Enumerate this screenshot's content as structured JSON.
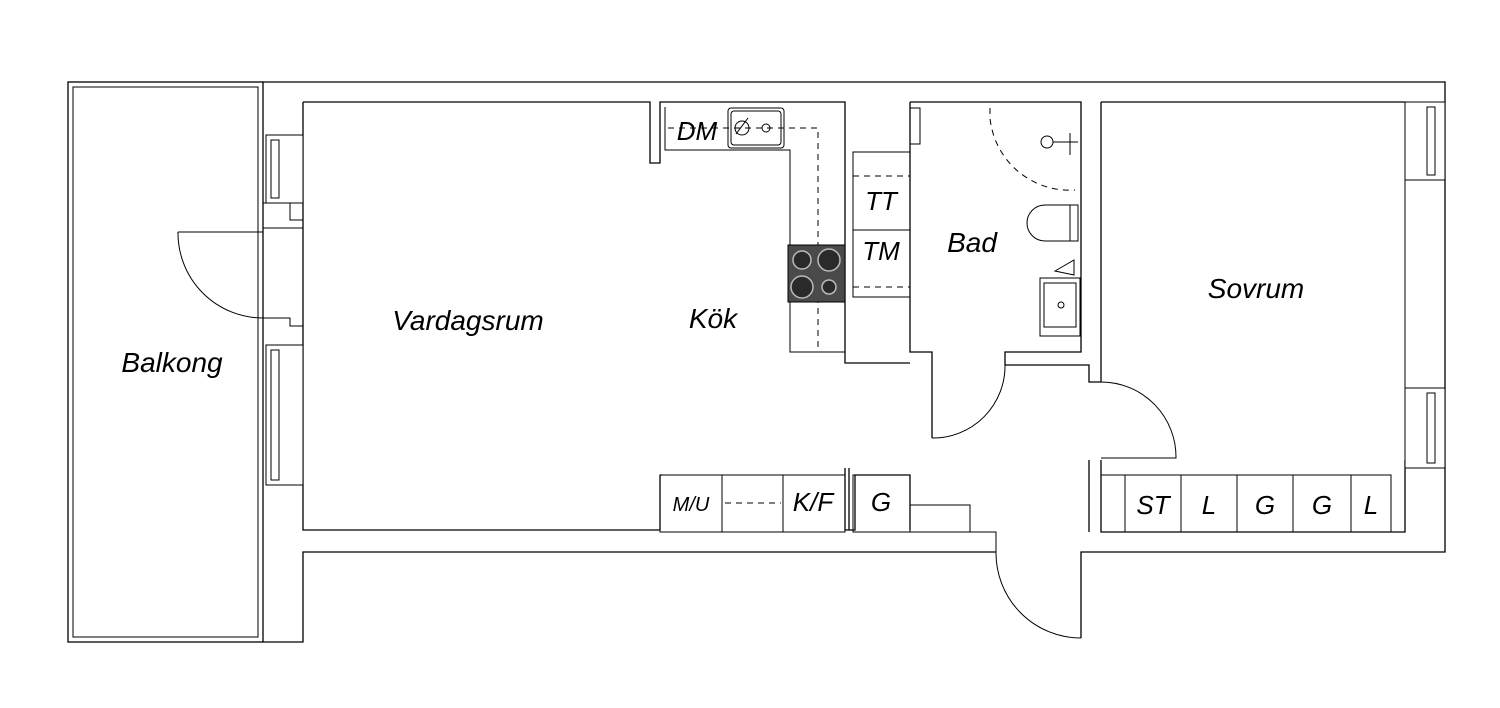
{
  "rooms": {
    "balkong": "Balkong",
    "vardagsrum": "Vardagsrum",
    "kok": "Kök",
    "bad": "Bad",
    "sovrum": "Sovrum"
  },
  "fixtures": {
    "dm": "DM",
    "tt": "TT",
    "tm": "TM",
    "mu": "M/U",
    "kf": "K/F",
    "g_hall": "G",
    "closets": [
      "ST",
      "L",
      "G",
      "G",
      "L"
    ]
  }
}
